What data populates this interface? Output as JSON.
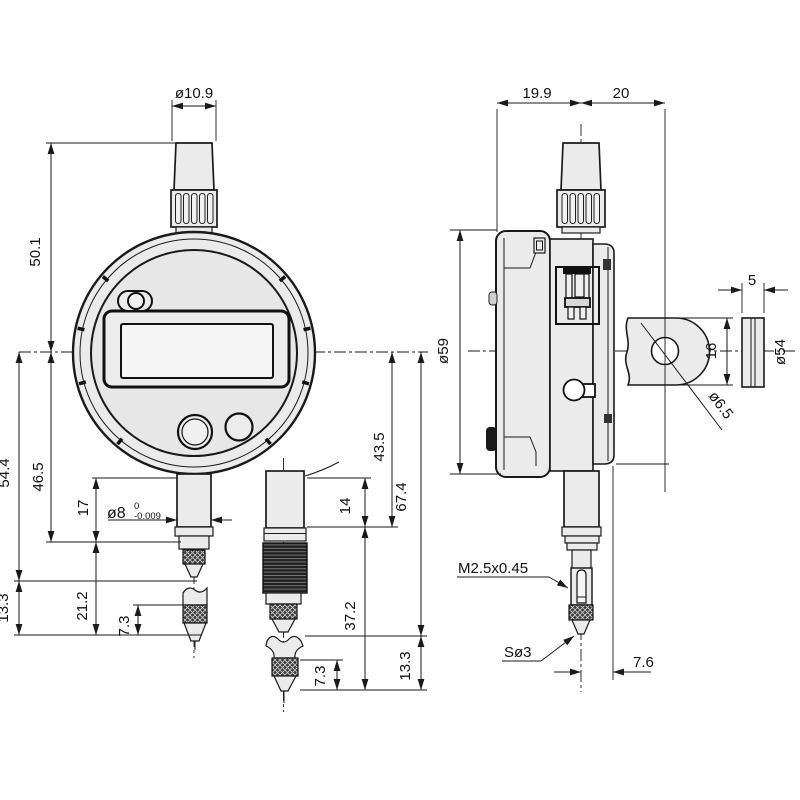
{
  "drawing": {
    "type": "dimensioned technical drawing of a digital dial indicator, front view, side view, spindle variant and tip details",
    "labels": {
      "dia_10_9": "ø10.9",
      "len_50_1": "50.1",
      "len_54_4": "54.4",
      "len_46_5": "46.5",
      "len_17": "17",
      "dia_8": "ø8",
      "tol_upper": "0",
      "tol_lower": "-0.009",
      "len_13_3_left": "13.3",
      "len_21_2": "21.2",
      "len_7_3_left": "7.3",
      "len_43_5": "43.5",
      "len_14": "14",
      "len_67_4": "67.4",
      "len_37_2": "37.2",
      "len_7_3_mid": "7.3",
      "len_13_3_mid": "13.3",
      "len_19_9": "19.9",
      "len_20": "20",
      "dia_59": "ø59",
      "len_5": "5",
      "len_16": "16",
      "dia_54": "ø54",
      "dia_6_5": "ø6.5",
      "thread_spec": "M2.5x0.45",
      "tip_spec": "Sø3",
      "len_7_6": "7.6"
    },
    "colors": {
      "line": "#1a1a1a",
      "metal_fill": "#ebebeb",
      "knurl_dark": "#3a3a3a",
      "background": "#ffffff"
    }
  }
}
